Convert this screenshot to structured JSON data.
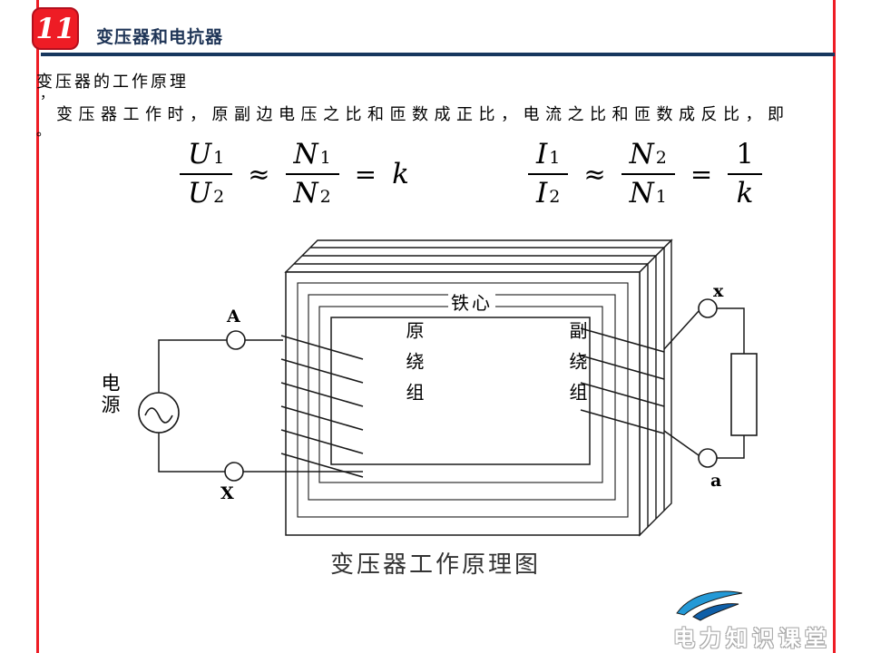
{
  "slide": {
    "badge_number": "11",
    "header_title": "变压器和电抗器",
    "section_heading": "变压器的工作原理",
    "stray_comma": "，",
    "body_text": "变压器工作时，原副边电压之比和匝数成正比，电流之比和匝数成反比，即",
    "stray_period": "。"
  },
  "formulas": {
    "voltage_ratio": {
      "num1_var": "U",
      "num1_sub": "1",
      "den1_var": "U",
      "den1_sub": "2",
      "approx": "≈",
      "num2_var": "N",
      "num2_sub": "1",
      "den2_var": "N",
      "den2_sub": "2",
      "equals": "=",
      "result": "k"
    },
    "current_ratio": {
      "num1_var": "I",
      "num1_sub": "1",
      "den1_var": "I",
      "den1_sub": "2",
      "approx": "≈",
      "num2_var": "N",
      "num2_sub": "2",
      "den2_var": "N",
      "den2_sub": "1",
      "equals": "=",
      "result_num": "1",
      "result_den": "k"
    }
  },
  "diagram": {
    "core_label": "铁心",
    "primary_winding_label": "原绕组",
    "secondary_winding_label": "副绕组",
    "power_source_label": "电源",
    "terminal_top_left": "A",
    "terminal_bottom_left": "X",
    "terminal_top_right": "x",
    "terminal_bottom_right": "a",
    "caption": "变压器工作原理图"
  },
  "watermark": {
    "brand_text": "电力知识课堂"
  },
  "colors": {
    "accent_red": "#ee1c25",
    "rule_navy": "#17375e",
    "diagram_line": "#1a1a1a",
    "logo_blue": "#1e88c9"
  }
}
